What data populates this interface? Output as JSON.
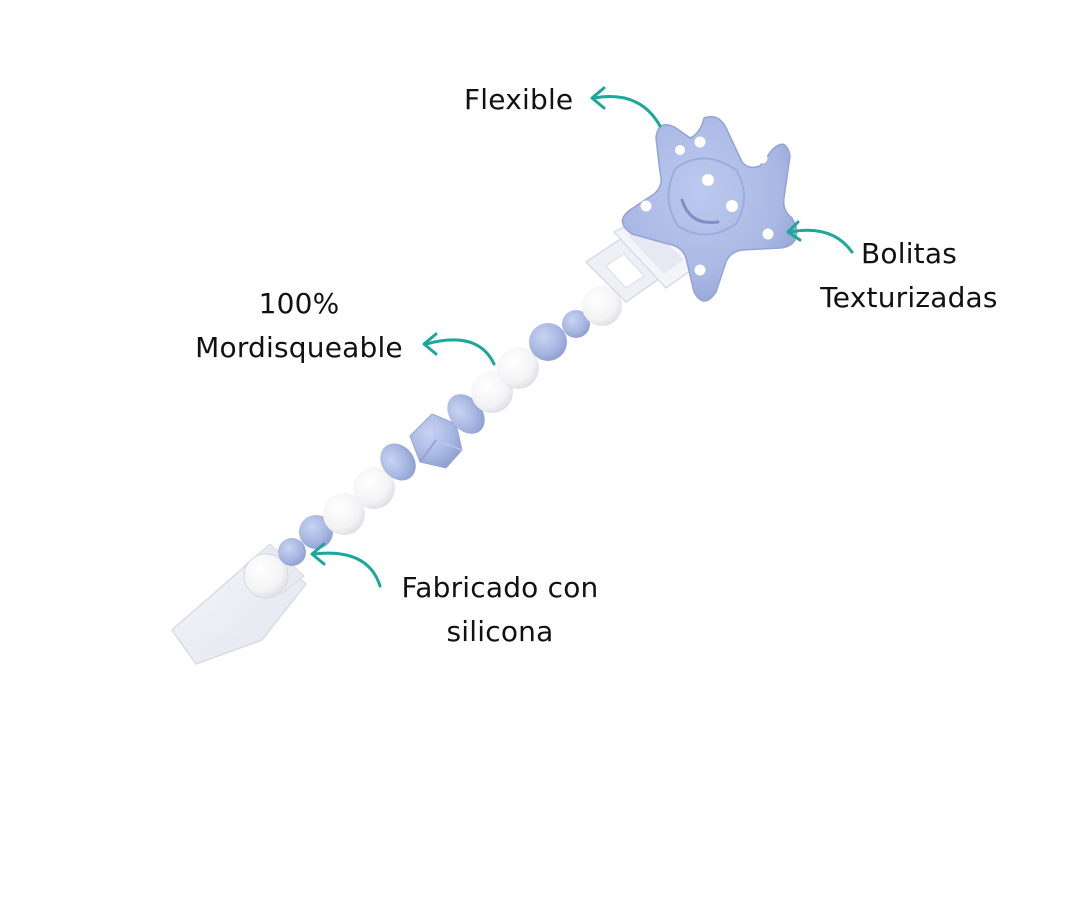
{
  "image": {
    "subject": "pacifier-clip",
    "colors": {
      "background": "#ffffff",
      "bead_blue": "#a9b8e3",
      "bead_white": "#f7f7f7",
      "clip_plastic": "#eef0f5",
      "arrow_teal": "#1aa89a",
      "text": "#111111"
    }
  },
  "annotations": {
    "flexible": "Flexible",
    "bolitas": {
      "line1": "Bolitas",
      "line2": "Texturizadas"
    },
    "mordisqueable": {
      "line1": "100%",
      "line2": "Mordisqueable"
    },
    "silicona": {
      "line1": "Fabricado con",
      "line2": "silicona"
    }
  }
}
